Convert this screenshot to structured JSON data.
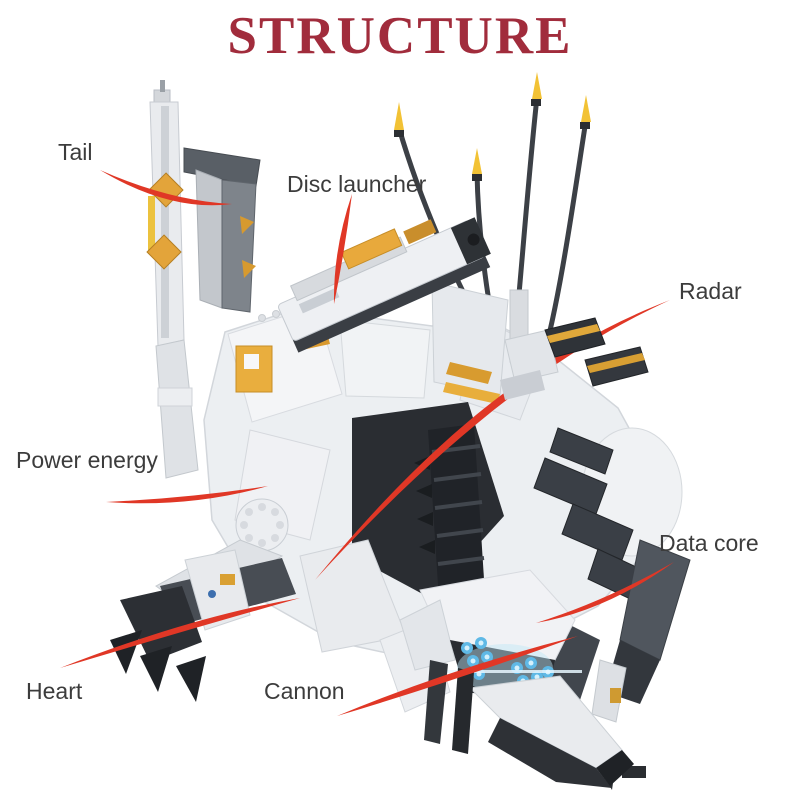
{
  "title": {
    "text": "STRUCTURE"
  },
  "labels": [
    {
      "id": "tail",
      "text": "Tail"
    },
    {
      "id": "disc-launcher",
      "text": "Disc launcher"
    },
    {
      "id": "radar",
      "text": "Radar"
    },
    {
      "id": "power-energy",
      "text": "Power energy"
    },
    {
      "id": "data-core",
      "text": "Data core"
    },
    {
      "id": "heart",
      "text": "Heart"
    },
    {
      "id": "cannon",
      "text": "Cannon"
    }
  ],
  "colors": {
    "title_red": "#a12c3c",
    "label_text": "#3c3c3c",
    "arrow_red": "#e03726",
    "background": "#ffffff",
    "armor_white": "#eef0f3",
    "armor_dark": "#2e3136",
    "accent_yellow": "#e8a93c",
    "glow_blue": "#6cc6ee"
  },
  "figure": {
    "description": "Brick-built mechanical beast model in white and grey with yellow accents: raised tail fin at upper left, four yellow-tipped antennas on the back, disc launcher on top, radar slabs at right, glowing blue sensor dots on the lowered head, red swoosh arrows linking each label to its part"
  }
}
